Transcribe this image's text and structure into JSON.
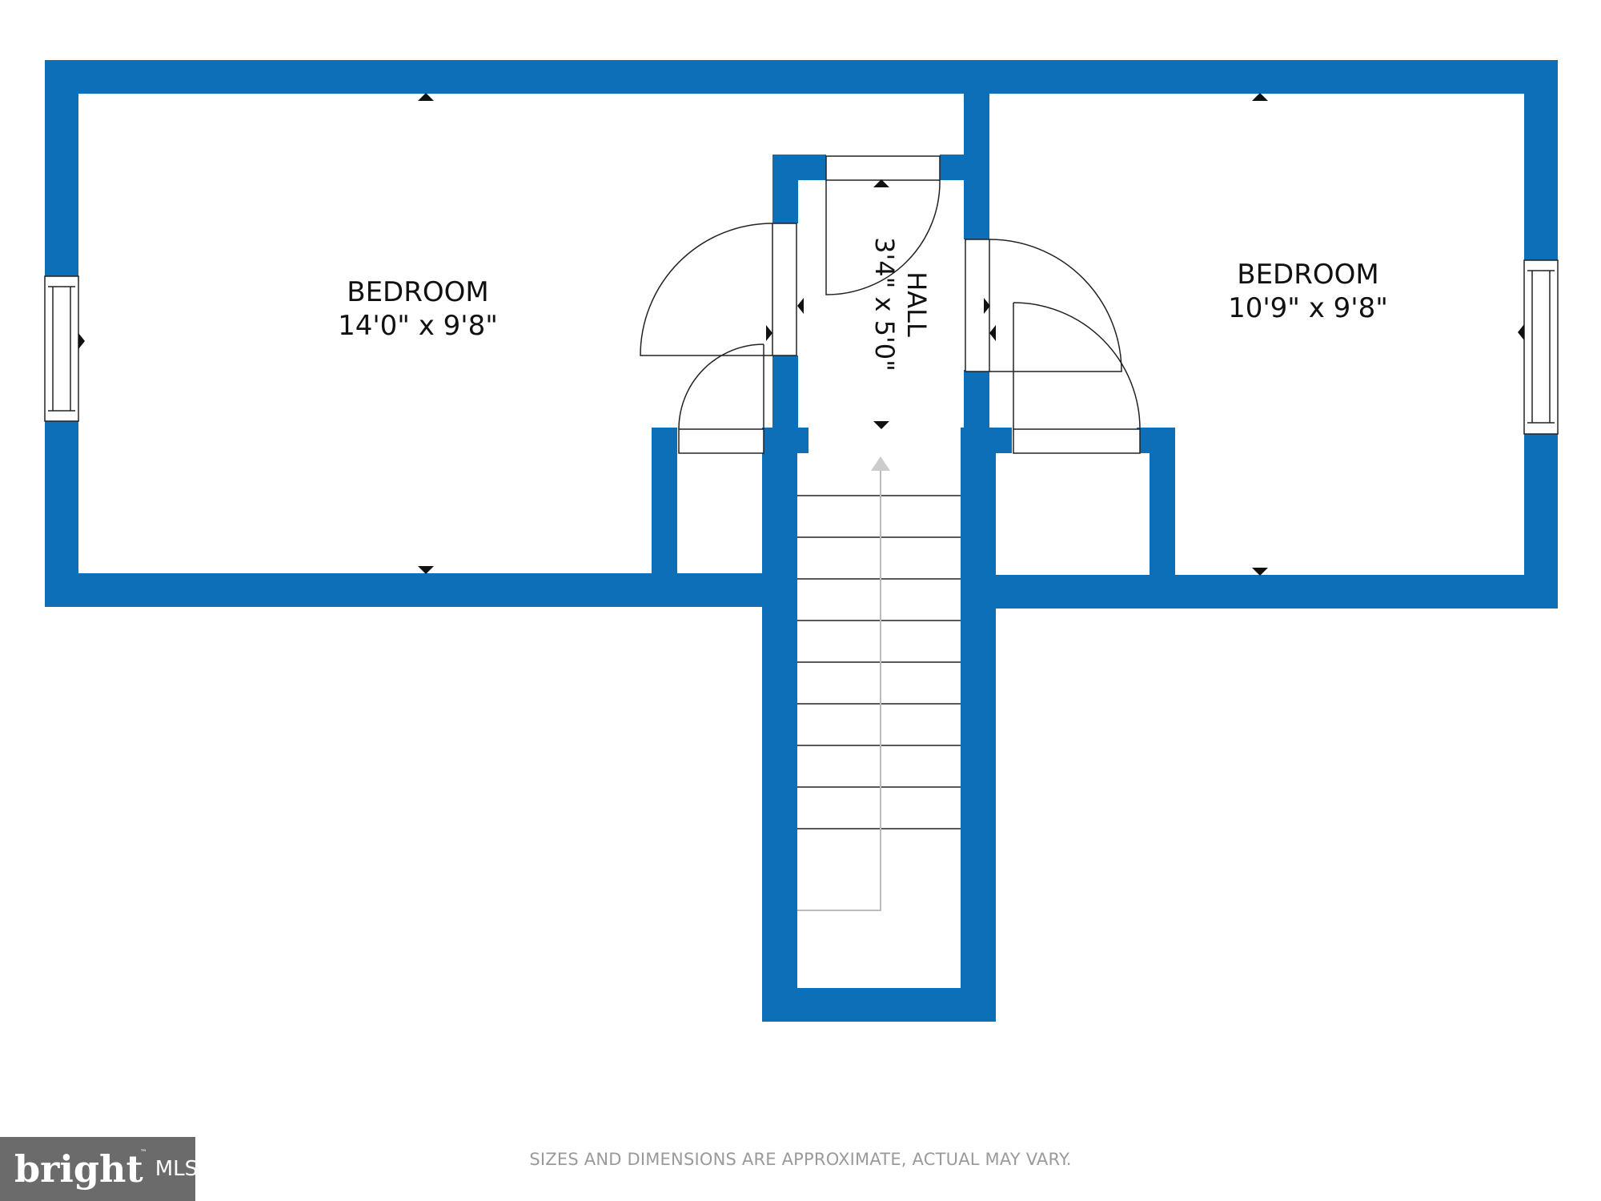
{
  "plan": {
    "wall_color": "#0d6fb8",
    "background_color": "#ffffff",
    "rooms": [
      {
        "id": "bedroom-left",
        "name": "BEDROOM",
        "size": "14'0\" x 9'8\""
      },
      {
        "id": "hall",
        "name": "HALL",
        "size": "3'4\" x 5'0\""
      },
      {
        "id": "bedroom-right",
        "name": "BEDROOM",
        "size": "10'9\" x 9'8\""
      }
    ]
  },
  "footer": {
    "disclaimer": "SIZES AND DIMENSIONS ARE APPROXIMATE, ACTUAL MAY VARY.",
    "logo_word": "bright",
    "logo_tm": "™",
    "logo_mls": "MLS"
  }
}
